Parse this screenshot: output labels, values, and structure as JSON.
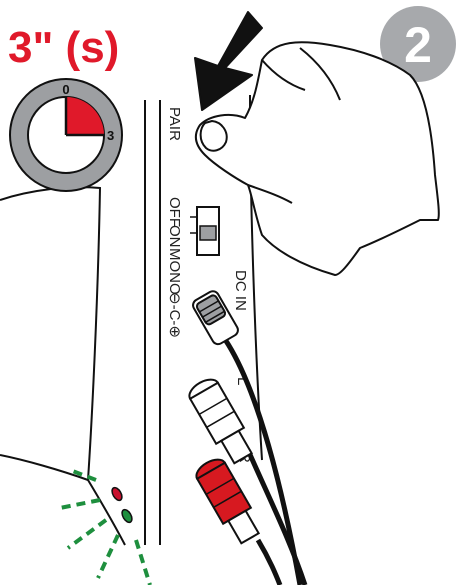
{
  "duration_label": "3\" (s)",
  "step_number": "2",
  "timer": {
    "start": "0",
    "end": "3",
    "elapsed_fraction": 0.25
  },
  "labels": {
    "pair": "PAIR",
    "switch_off": "OFF",
    "switch_on": "ON",
    "switch_mono": "MONO",
    "dc_in": "DC IN",
    "polarity": "⊖-C-⊕",
    "left": "L",
    "right": "R"
  },
  "colors": {
    "accent_red": "#e0192a",
    "badge_gray": "#a7a9ac",
    "timer_gray": "#9d9fa2",
    "indicator_green": "#1e8f3e",
    "indicator_red": "#c8102e",
    "plug_red": "#d71920"
  }
}
